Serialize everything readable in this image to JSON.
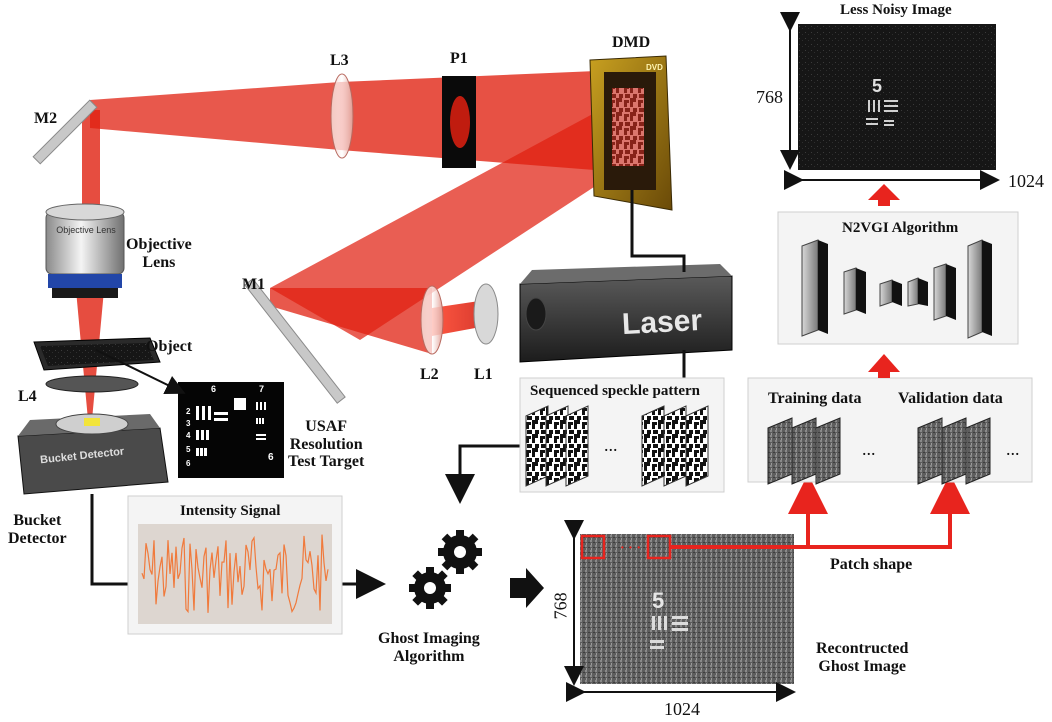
{
  "labels": {
    "m1": "M1",
    "m2": "M2",
    "l1": "L1",
    "l2": "L2",
    "l3": "L3",
    "l4": "L4",
    "p1": "P1",
    "dmd": "DMD",
    "objective_lens_line1": "Objective",
    "objective_lens_line2": "Lens",
    "object": "Object",
    "usaf_line1": "USAF",
    "usaf_line2": "Resolution",
    "usaf_line3": "Test Target",
    "bucket_detector_line1": "Bucket",
    "bucket_detector_line2": "Detector",
    "laser": "Laser",
    "lens_text": "Objective Lens",
    "bucket_text": "Bucket Detector",
    "sequenced_speckle": "Sequenced speckle pattern",
    "intensity_signal": "Intensity Signal",
    "ghost_line1": "Ghost Imaging",
    "ghost_line2": "Algorithm",
    "recon_line1": "Recontructed",
    "recon_line2": "Ghost Image",
    "patch_shape": "Patch shape",
    "training_data": "Training data",
    "validation_data": "Validation data",
    "n2vgi": "N2VGI Algorithm",
    "less_noisy": "Less Noisy Image",
    "dim_768_top": "768",
    "dim_1024_top": "1024",
    "dim_768_bottom": "768",
    "dim_1024_bottom": "1024",
    "ellipsis": "..."
  },
  "usaf_numbers": [
    "6",
    "7",
    "2",
    "3",
    "4",
    "5",
    "6",
    "6"
  ],
  "colors": {
    "beam": "#e02010",
    "arrow_red": "#e8241e",
    "signal": "#f07a3c",
    "panel_bg": "#f3f3f3",
    "dark_image": "#141414",
    "gray_image": "#6b6b6b"
  }
}
